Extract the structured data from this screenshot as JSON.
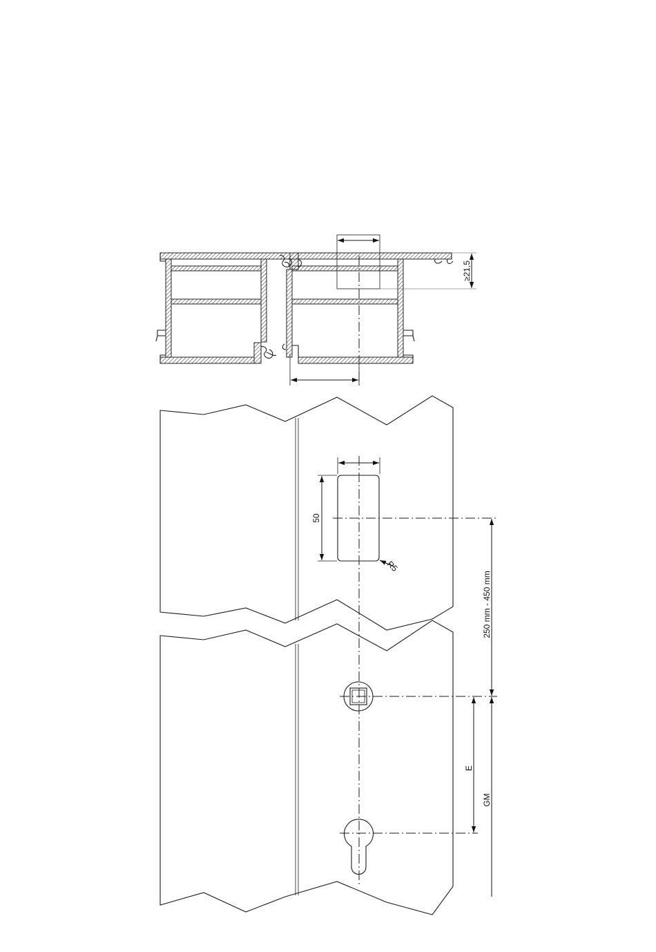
{
  "profile_section": {
    "dimension_height_label": "≥21,5"
  },
  "door_elevation": {
    "cutout_height_label": "50",
    "corner_radius_label": "R5",
    "spacing_label": "250 mm - 450 mm",
    "backset_label": "E",
    "gm_label": "GM"
  }
}
